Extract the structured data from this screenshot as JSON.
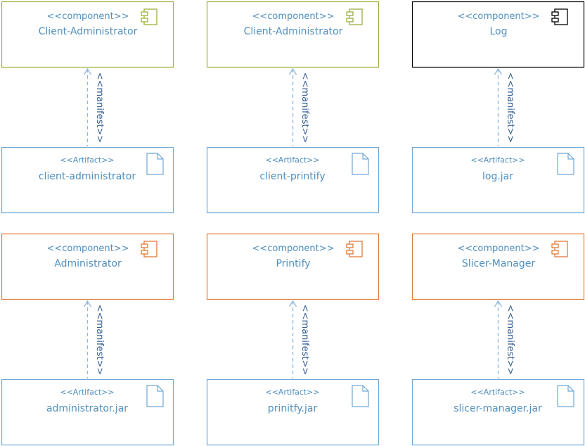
{
  "colors": {
    "artifact_border": "#6fa8d6",
    "text": "#4f8fc0",
    "manifest_text": "#365f91",
    "dependency_line": "#8fb8dc",
    "client_border": "#9aaf3e",
    "server_border": "#e07b39",
    "log_border": "#000000"
  },
  "rows": [
    {
      "columns": [
        {
          "component": {
            "stereotype": "<<component>>",
            "name": "Client-Administrator",
            "style": "client"
          },
          "dependency": {
            "label": "<<manifest>>"
          },
          "artifact": {
            "stereotype": "<<Artifact>>",
            "name": "client-administrator"
          }
        },
        {
          "component": {
            "stereotype": "<<component>>",
            "name": "Client-Administrator",
            "style": "client"
          },
          "dependency": {
            "label": "<<manifest>>"
          },
          "artifact": {
            "stereotype": "<<Artifact>>",
            "name": "client-printify"
          }
        },
        {
          "component": {
            "stereotype": "<<component>>",
            "name": "Log",
            "style": "log"
          },
          "dependency": {
            "label": "<<manifest>>"
          },
          "artifact": {
            "stereotype": "<<Artifact>>",
            "name": "log.jar"
          }
        }
      ]
    },
    {
      "columns": [
        {
          "component": {
            "stereotype": "<<component>>",
            "name": "Administrator",
            "style": "server"
          },
          "dependency": {
            "label": "<<manifest>>"
          },
          "artifact": {
            "stereotype": "<<Artifact>>",
            "name": "administrator.jar"
          }
        },
        {
          "component": {
            "stereotype": "<<component>>",
            "name": "Printify",
            "style": "server"
          },
          "dependency": {
            "label": "<<manifest>>"
          },
          "artifact": {
            "stereotype": "<<Artifact>>",
            "name": "prinitfy.jar"
          }
        },
        {
          "component": {
            "stereotype": "<<component>>",
            "name": "Slicer-Manager",
            "style": "server"
          },
          "dependency": {
            "label": "<<manifest>>"
          },
          "artifact": {
            "stereotype": "<<Artifact>>",
            "name": "slicer-manager.jar"
          }
        }
      ]
    }
  ]
}
